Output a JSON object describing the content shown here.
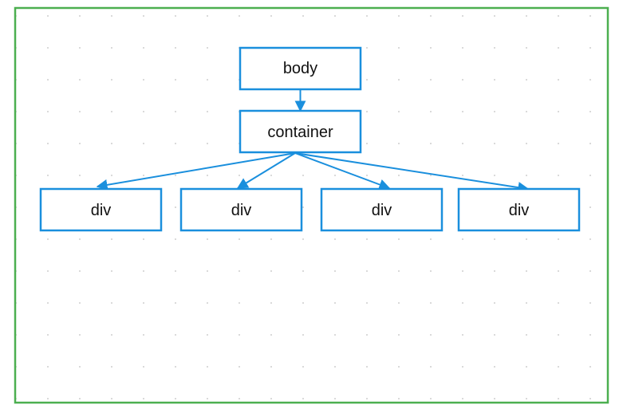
{
  "colors": {
    "frame": "#4caf50",
    "node_stroke": "#1a8fdd",
    "edge": "#1a8fdd",
    "grid_dot": "#cfcfcf",
    "node_fill": "#ffffff",
    "text": "#111111"
  },
  "nodes": [
    {
      "id": "body",
      "label": "body"
    },
    {
      "id": "container",
      "label": "container"
    },
    {
      "id": "div1",
      "label": "div"
    },
    {
      "id": "div2",
      "label": "div"
    },
    {
      "id": "div3",
      "label": "div"
    },
    {
      "id": "div4",
      "label": "div"
    }
  ],
  "edges": [
    {
      "from": "body",
      "to": "container"
    },
    {
      "from": "container",
      "to": "div1"
    },
    {
      "from": "container",
      "to": "div2"
    },
    {
      "from": "container",
      "to": "div3"
    },
    {
      "from": "container",
      "to": "div4"
    }
  ]
}
